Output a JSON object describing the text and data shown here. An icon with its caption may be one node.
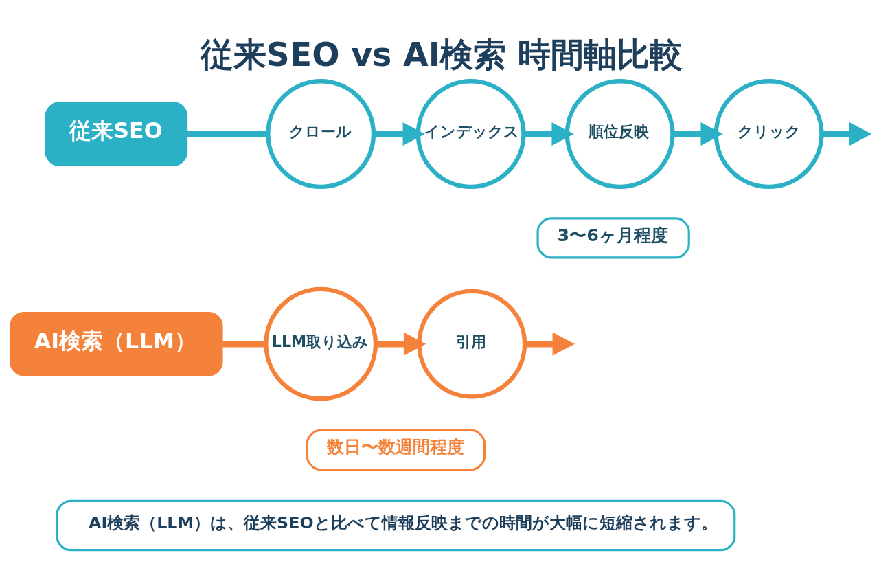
{
  "diagram": {
    "title": "従来SEO vs AI検索 時間軸比較",
    "nodes": [
      {
        "text": [
          "従来SEO"
        ]
      },
      {
        "text": [
          "クロール"
        ]
      },
      {
        "text": [
          "インデックス"
        ]
      },
      {
        "text": [
          "順位反映"
        ]
      },
      {
        "text": [
          "クリック"
        ]
      },
      {
        "text": [
          "3〜6ヶ月程度"
        ]
      },
      {
        "text": [
          "AI検索（LLM）"
        ]
      },
      {
        "text": [
          "LLM取り込み"
        ]
      },
      {
        "text": [
          "引用"
        ]
      },
      {
        "text": [
          "数日〜数週間程度"
        ]
      },
      {
        "text": [
          "AI検索（LLM）は、従来SEOと比べて情報反映までの時間が大幅に短縮されます。"
        ]
      }
    ],
    "edges": [
      {
        "from": 0,
        "to": 1,
        "arrow": "none"
      },
      {
        "from": 1,
        "to": 2,
        "arrow": "to"
      },
      {
        "from": 2,
        "to": 3,
        "arrow": "to"
      },
      {
        "from": 3,
        "to": 4,
        "arrow": "to"
      },
      {
        "from": 4,
        "to": null,
        "arrow": "to"
      },
      {
        "from": 6,
        "to": 7,
        "arrow": "none",
        "color": "#f4823a"
      },
      {
        "from": 7,
        "to": 8,
        "arrow": "to",
        "color": "#f4823a"
      },
      {
        "from": 8,
        "to": null,
        "arrow": "to",
        "color": "#f4823a"
      }
    ]
  }
}
